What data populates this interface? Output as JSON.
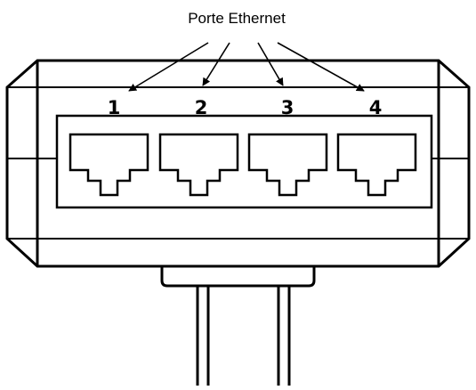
{
  "caption": "Porte Ethernet",
  "ports": [
    {
      "number": "1"
    },
    {
      "number": "2"
    },
    {
      "number": "3"
    },
    {
      "number": "4"
    }
  ],
  "colors": {
    "line": "#000000",
    "background": "#ffffff"
  }
}
